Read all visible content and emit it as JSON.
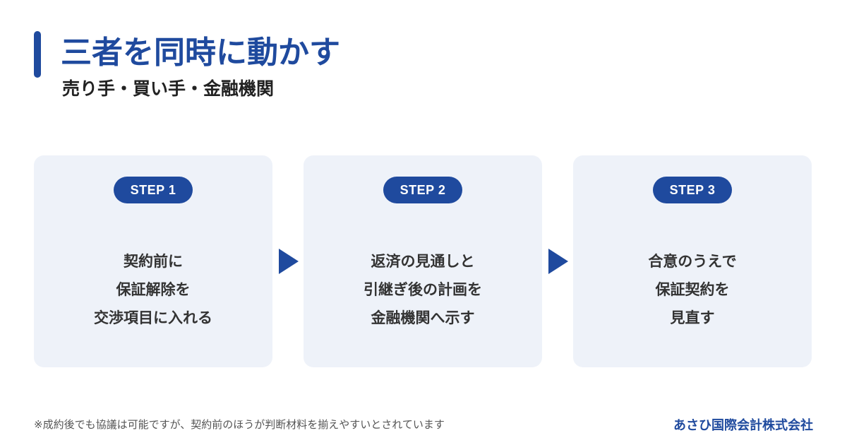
{
  "header": {
    "title": "三者を同時に動かす",
    "subtitle": "売り手・買い手・金融機関"
  },
  "steps": [
    {
      "label": "STEP 1",
      "lines": [
        "契約前に",
        "保証解除を",
        "交渉項目に入れる"
      ]
    },
    {
      "label": "STEP 2",
      "lines": [
        "返済の見通しと",
        "引継ぎ後の計画を",
        "金融機関へ示す"
      ]
    },
    {
      "label": "STEP 3",
      "lines": [
        "合意のうえで",
        "保証契約を",
        "見直す"
      ]
    }
  ],
  "footer": {
    "note": "※成約後でも協議は可能ですが、契約前のほうが判断材料を揃えやすいとされています",
    "brand": "あさひ国際会計株式会社"
  },
  "colors": {
    "accent": "#1f4a9e",
    "card_bg": "#eef2f9"
  },
  "icons": [
    "arrow-right-icon",
    "arrow-right-icon"
  ]
}
